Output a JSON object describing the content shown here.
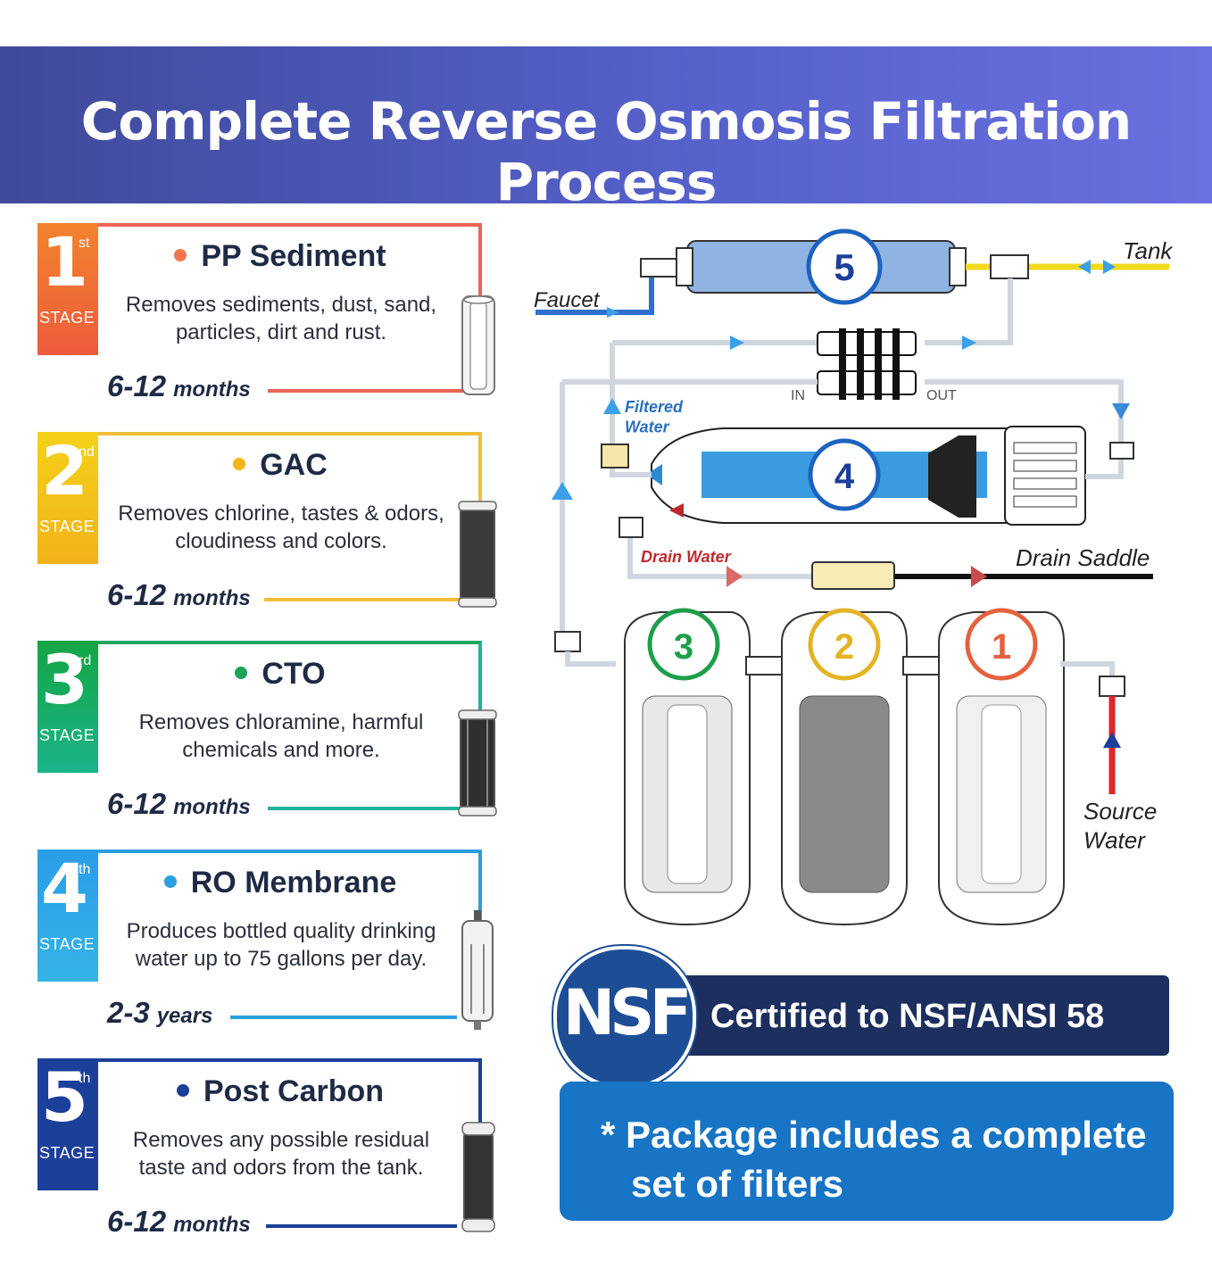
{
  "title": "Complete Reverse Osmosis Filtration Process",
  "stages": [
    {
      "number": "1",
      "suffix": "st",
      "stage_label": "STAGE",
      "name": "PP Sediment",
      "description": "Removes sediments, dust, sand, particles, dirt and rust.",
      "life_value": "6-12",
      "life_unit": "months",
      "color": "#f05a3c",
      "dot_color": "#f4764f"
    },
    {
      "number": "2",
      "suffix": "nd",
      "stage_label": "STAGE",
      "name": "GAC",
      "description": "Removes chlorine, tastes & odors, cloudiness and colors.",
      "life_value": "6-12",
      "life_unit": "months",
      "color": "#f5c21b",
      "dot_color": "#f2b51a"
    },
    {
      "number": "3",
      "suffix": "rd",
      "stage_label": "STAGE",
      "name": "CTO",
      "description": "Removes chloramine, harmful chemicals and more.",
      "life_value": "6-12",
      "life_unit": "months",
      "color": "#1fae5a",
      "dot_color": "#1aa35a"
    },
    {
      "number": "4",
      "suffix": "th",
      "stage_label": "STAGE",
      "name": "RO Membrane",
      "description": "Produces bottled quality drinking water up to 75 gallons per day.",
      "life_value": "2-3",
      "life_unit": "years",
      "color": "#2a9fe0",
      "dot_color": "#2a9fe0"
    },
    {
      "number": "5",
      "suffix": "th",
      "stage_label": "STAGE",
      "name": "Post Carbon",
      "description": "Removes any possible residual taste and odors from the tank.",
      "life_value": "6-12",
      "life_unit": "months",
      "color": "#1c3f9a",
      "dot_color": "#1c3f9a"
    }
  ],
  "diagram": {
    "labels": {
      "tank": "Tank",
      "faucet": "Faucet",
      "filtered_water": "Filtered\nWater",
      "in": "IN",
      "out": "OUT",
      "drain_water": "Drain Water",
      "drain_saddle": "Drain Saddle",
      "source_water": "Source\nWater"
    },
    "filter_numbers": [
      "5",
      "4",
      "3",
      "2",
      "1"
    ],
    "colors": {
      "pipe_blue": "#2f6fd0",
      "pipe_yellow": "#f3d91d",
      "pipe_red": "#e0262b",
      "arrow": "#3aa0e8",
      "drain_arrow": "#c94a4a"
    }
  },
  "certification": {
    "logo": "NSF",
    "text": "Certified to NSF/ANSI 58"
  },
  "package_note": {
    "line1": "* Package includes a complete",
    "line2": "set of filters"
  }
}
